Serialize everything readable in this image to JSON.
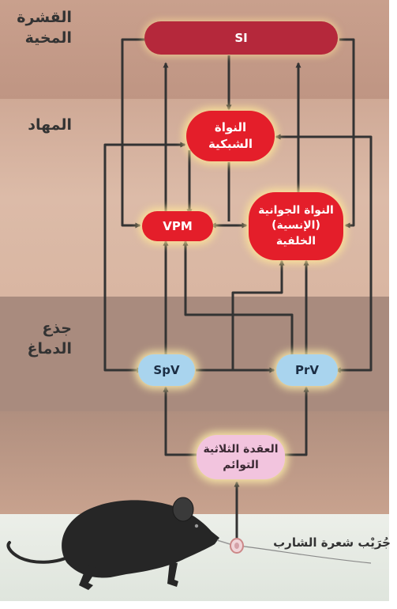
{
  "region_labels": {
    "cortex": [
      "القشرة",
      "المخية"
    ],
    "thalamus": "المهاد",
    "brainstem": [
      "جذع",
      "الدماغ"
    ]
  },
  "nodes": {
    "si": "SI",
    "reticular": [
      "النواة",
      "الشبكية"
    ],
    "vpm": "VPM",
    "pom": [
      "النواة الجوانية",
      "(الإنسية)",
      "الخلفية"
    ],
    "spv": "SpV",
    "prv": "PrV",
    "trigeminal": [
      "العقدة الثلاثية",
      "التوائم"
    ]
  },
  "whisker_label": "جُرَيْب شعرة الشارب",
  "colors": {
    "cortex_band": "#c49a88",
    "thalamus_band": "#d7b39f",
    "brainstem_band": "#a88b7d",
    "lower_band": "#c09a86",
    "thalamic_node": "#e41e2a",
    "cortex_node": "#b5283b",
    "brainstem_node": "#a9d4ee",
    "ganglion_node": "#f2c4de",
    "arrows": "#333333"
  },
  "icons": [
    "rat-illustration",
    "whisker-follicle-icon"
  ]
}
